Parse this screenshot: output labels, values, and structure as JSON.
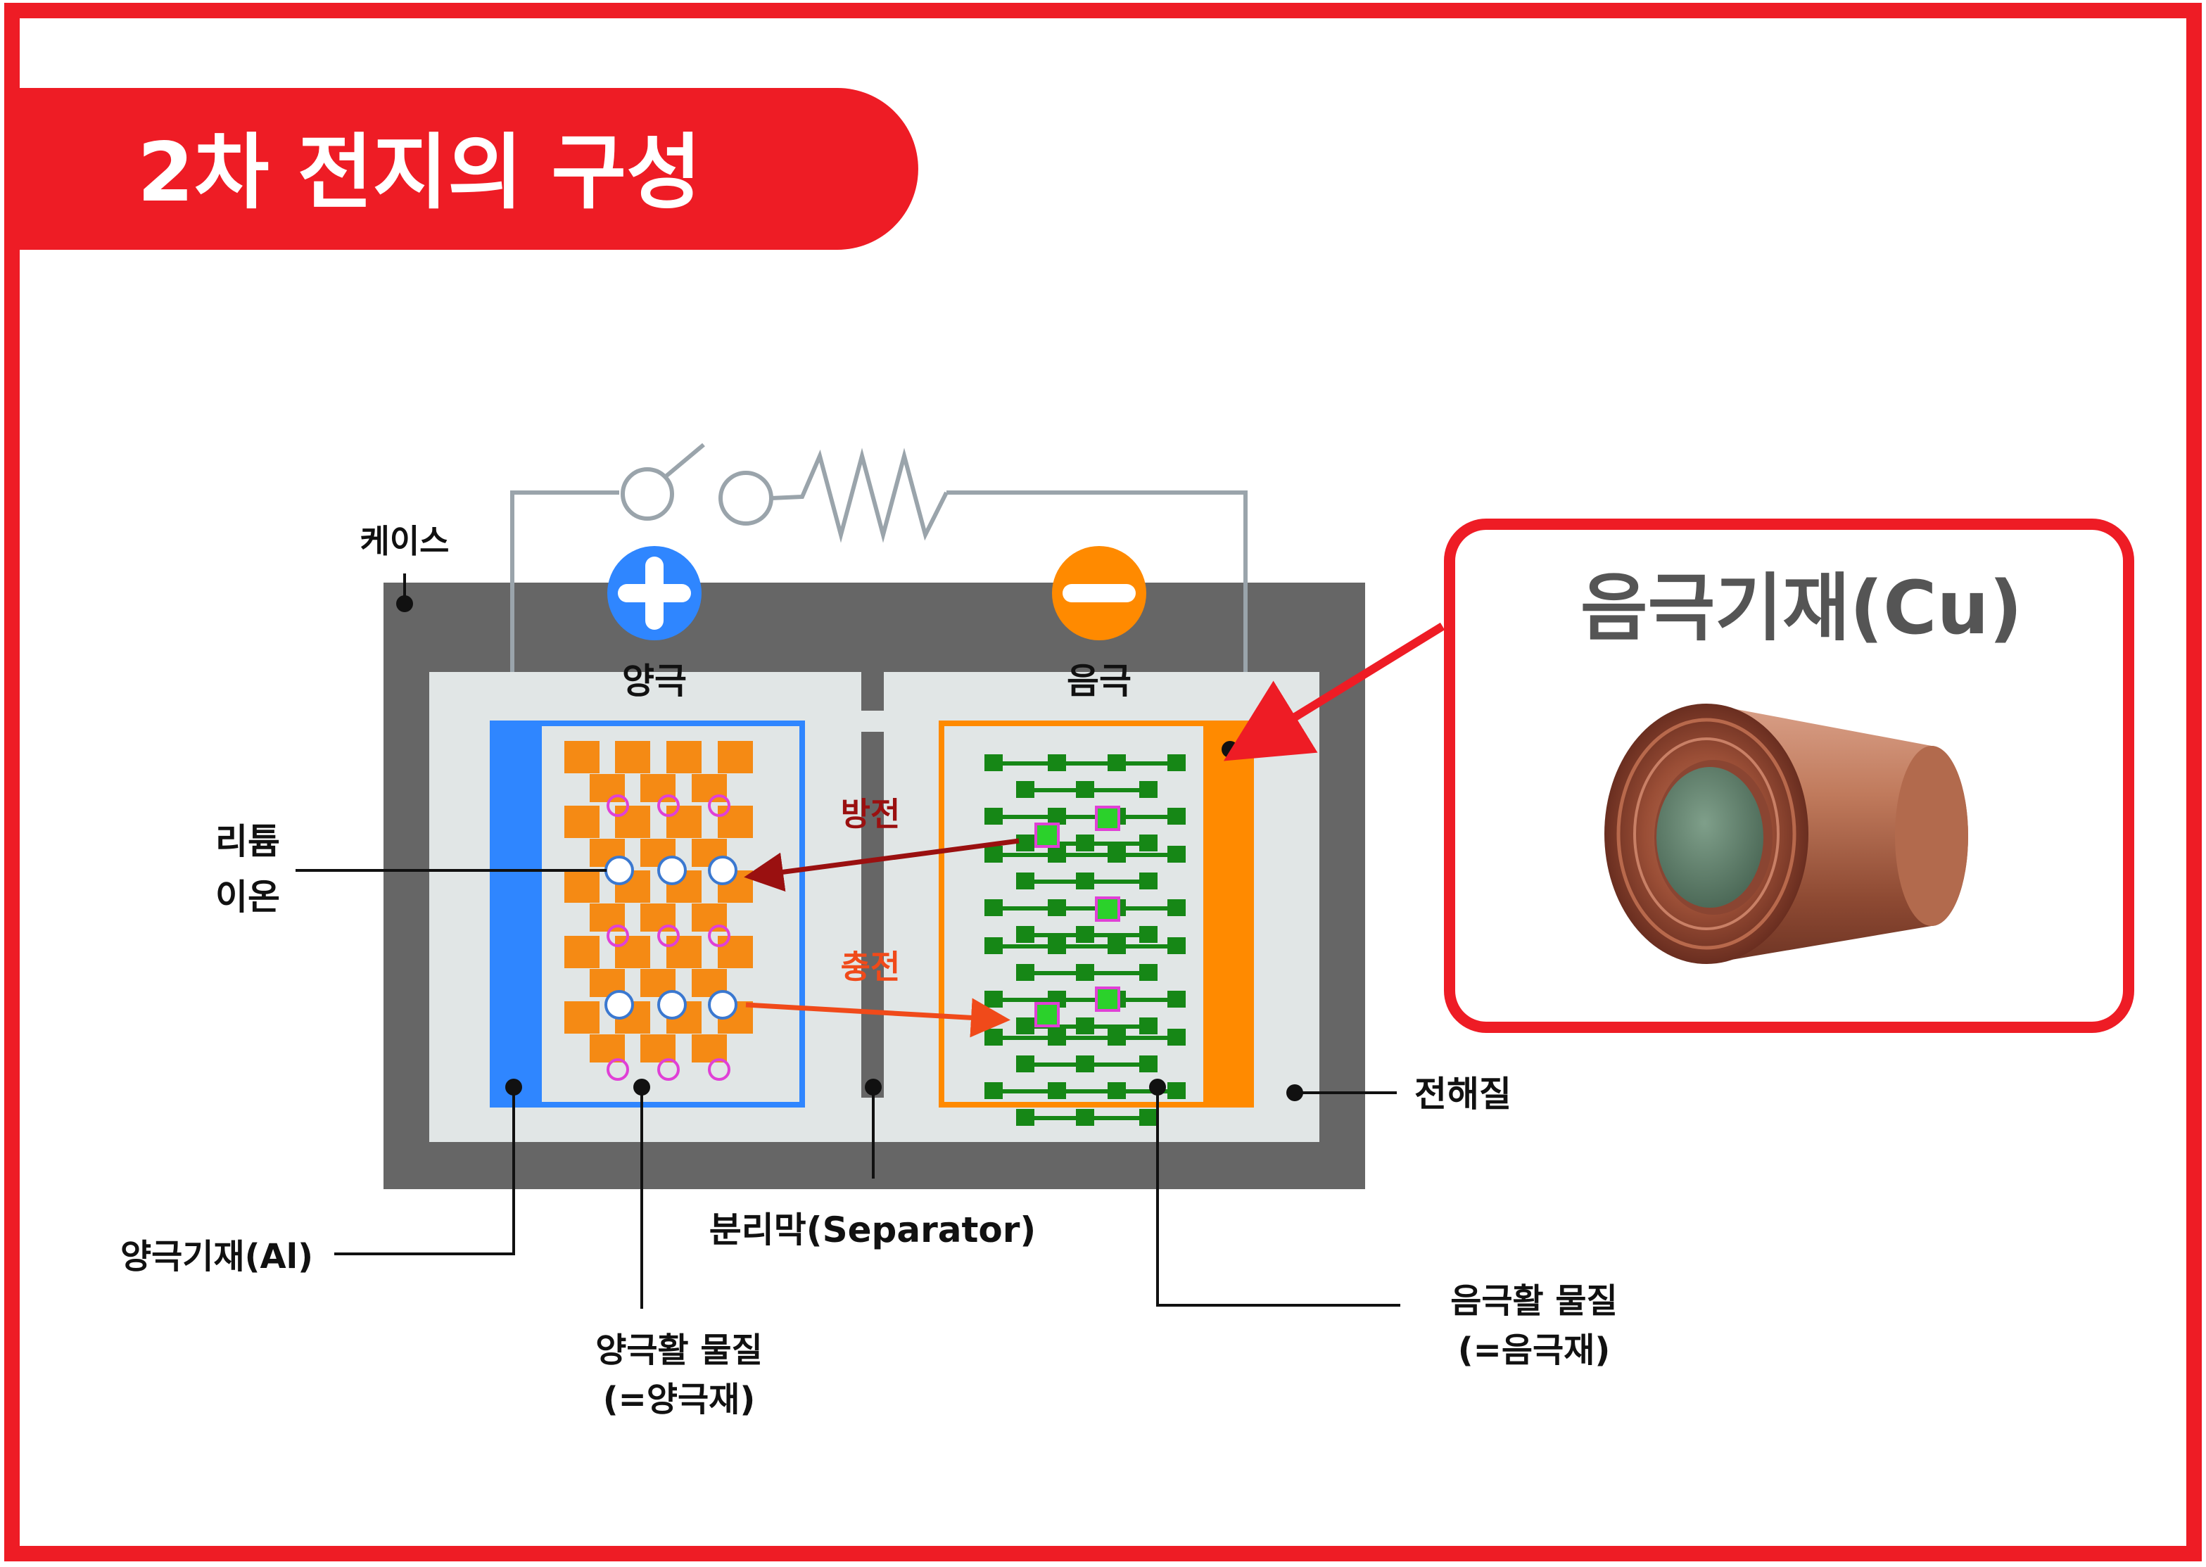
{
  "title": "2차 전지의 구성",
  "electrodes": {
    "positive_symbol": "+",
    "positive_label": "양극",
    "negative_label": "음극"
  },
  "labels": {
    "case": "케이스",
    "lithium_ion_line1": "리튬",
    "lithium_ion_line2": "이온",
    "discharge": "방전",
    "charge": "충전",
    "electrolyte": "전해질",
    "cathode_substrate": "양극기재(Al)",
    "separator": "분리막(Separator)",
    "cathode_active_line1": "양극활 물질",
    "cathode_active_line2": "(=양극재)",
    "anode_active_line1": "음극활 물질",
    "anode_active_line2": "(=음극재)"
  },
  "callout": {
    "title": "음극기재(Cu)"
  },
  "colors": {
    "brand_red": "#ee1c25",
    "case_gray": "#666666",
    "electrolyte": "#e1e6e6",
    "cathode_blue": "#2f86ff",
    "anode_orange": "#ff8a00",
    "cathode_material": "#f58a14",
    "anode_material": "#168716",
    "lithium_ion": "#3a78d0",
    "ion_pink": "#e040d6",
    "discharge_arrow": "#9a1010",
    "charge_arrow": "#f04a1a",
    "wire": "#9aa4ab"
  }
}
